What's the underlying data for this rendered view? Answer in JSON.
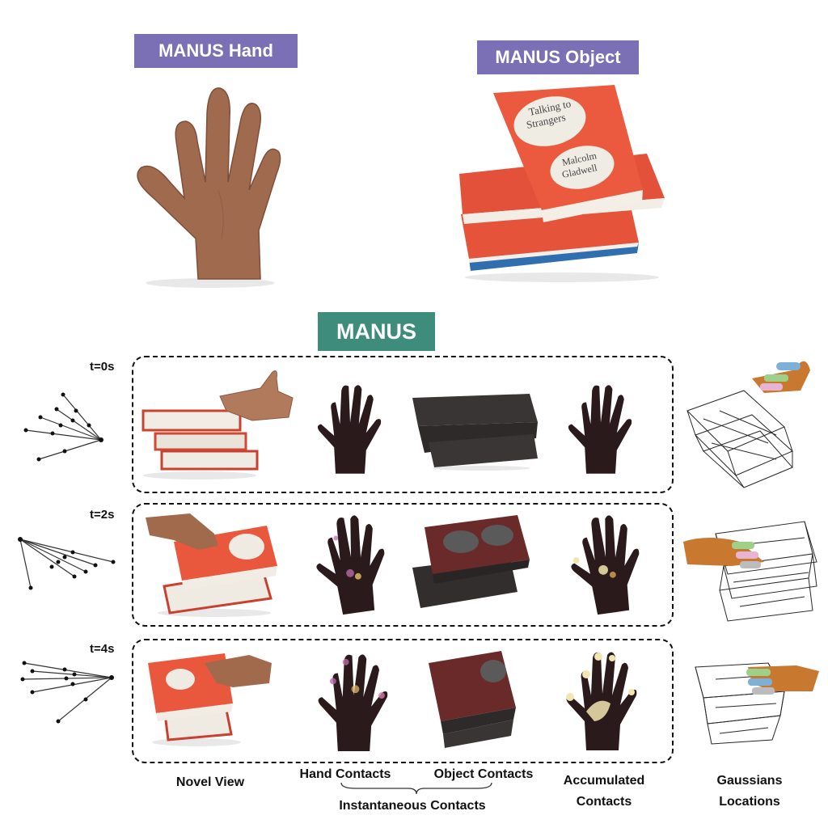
{
  "top": {
    "hand_tag": "MANUS Hand",
    "object_tag": "MANUS Object"
  },
  "method_tag": "MANUS",
  "rows": [
    {
      "time": "t=0s"
    },
    {
      "time": "t=2s"
    },
    {
      "time": "t=4s"
    }
  ],
  "columns": {
    "novel_view": "Novel View",
    "hand_contacts": "Hand Contacts",
    "object_contacts": "Object Contacts",
    "instantaneous_contacts": "Instantaneous Contacts",
    "accumulated_line1": "Accumulated",
    "accumulated_line2": "Contacts",
    "gaussians_line1": "Gaussians",
    "gaussians_line2": "Locations"
  },
  "book_cover": {
    "title_line1": "Talking to",
    "title_line2": "Strangers",
    "author_line1": "Malcolm",
    "author_line2": "Gladwell"
  },
  "colors": {
    "purple_tag": "#7b6fb5",
    "teal_tag": "#3d8c7c",
    "book_orange": "#e5533a",
    "hand_skin": "#a06a4f",
    "dark_hand": "#2a1a1c",
    "contact_highlight": "#f2e6b0"
  }
}
